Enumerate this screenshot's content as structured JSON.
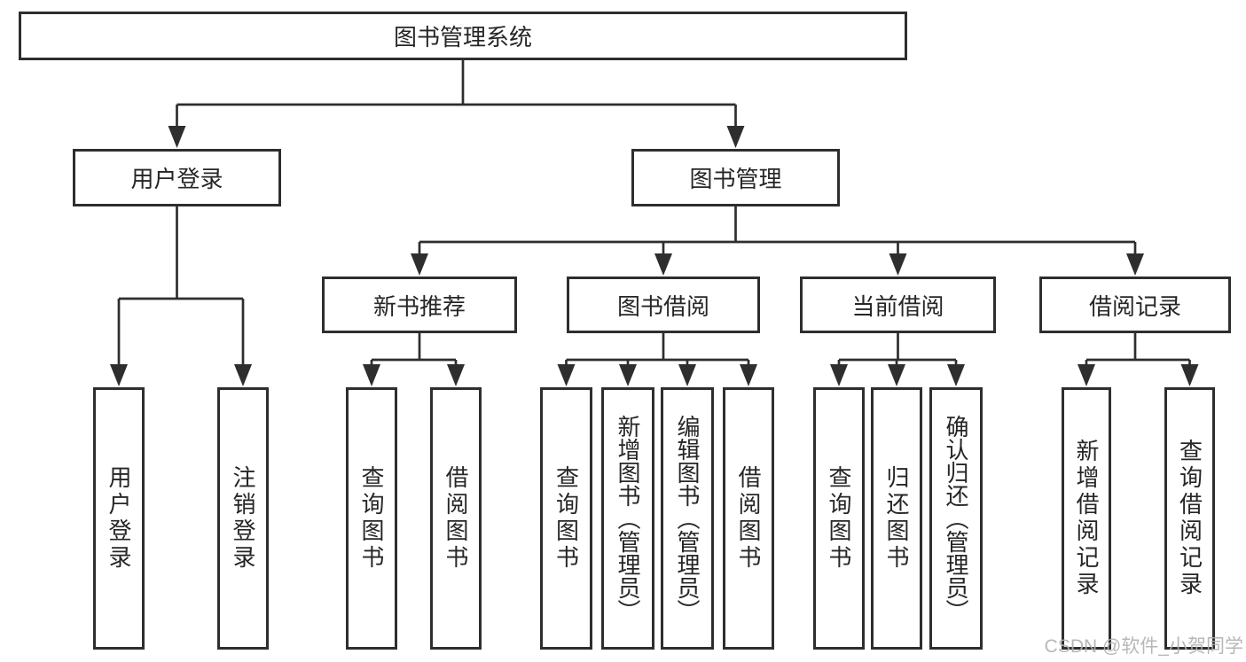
{
  "colors": {
    "line": "#2e2e2e",
    "text": "#262626",
    "node_bg": "#ffffff",
    "background": "#ffffff",
    "watermark": "#b0b0b0"
  },
  "watermark": {
    "text": "CSDN @软件_小贺同学"
  },
  "nodes": {
    "root": {
      "label": "图书管理系统"
    },
    "user_login": {
      "label": "用户登录"
    },
    "book_mgmt": {
      "label": "图书管理"
    },
    "new_book": {
      "label": "新书推荐"
    },
    "book_borrow": {
      "label": "图书借阅"
    },
    "current_borrow": {
      "label": "当前借阅"
    },
    "borrow_record": {
      "label": "借阅记录"
    },
    "leaves": {
      "user_login_action": {
        "label": "用户登录"
      },
      "logout": {
        "label": "注销登录"
      },
      "nb_query_book": {
        "label": "查询图书"
      },
      "nb_borrow_book": {
        "label": "借阅图书"
      },
      "bb_query_book": {
        "label": "查询图书"
      },
      "bb_add_book": {
        "label": "新增图书（管理员）"
      },
      "bb_edit_book": {
        "label": "编辑图书（管理员）"
      },
      "bb_borrow_book": {
        "label": "借阅图书"
      },
      "cb_query_book": {
        "label": "查询图书"
      },
      "cb_return_book": {
        "label": "归还图书"
      },
      "cb_confirm_return": {
        "label": "确认归还（管理员）"
      },
      "br_add_record": {
        "label": "新增借阅记录"
      },
      "br_query_record": {
        "label": "查询借阅记录"
      }
    }
  }
}
